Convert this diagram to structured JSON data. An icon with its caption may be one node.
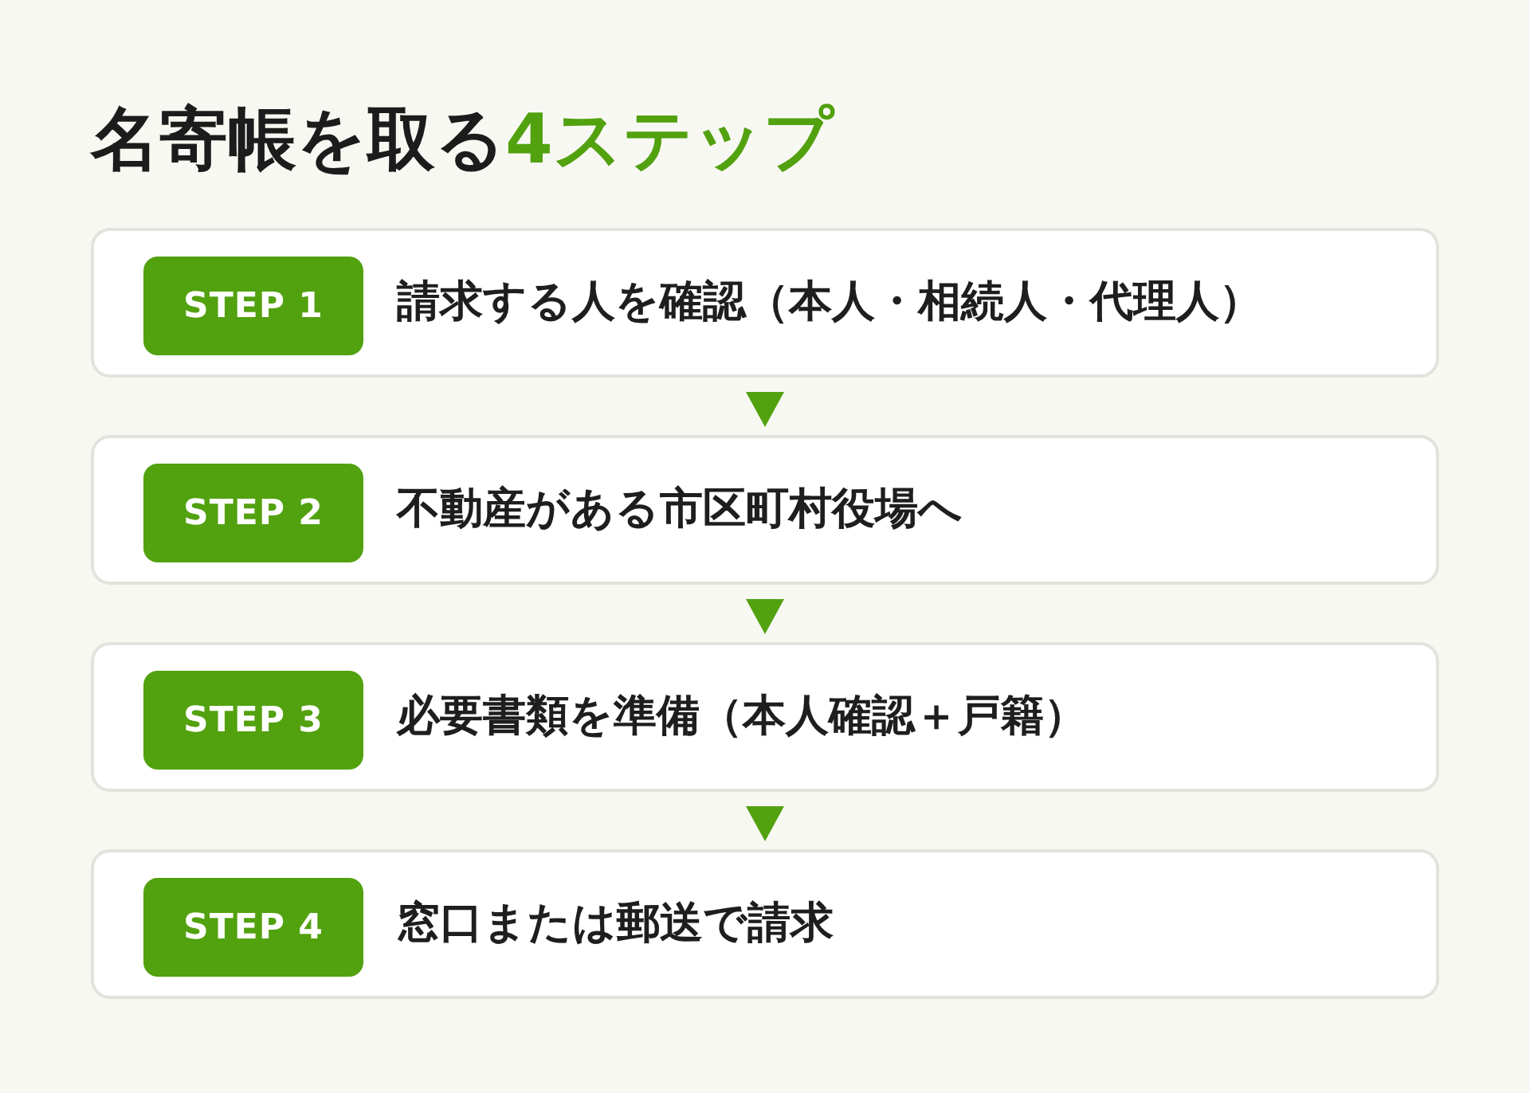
{
  "diagram": {
    "title": "名寄帳を取る**4ステップ**",
    "nodes": [
      {
        "text": [
          "請求する人を確認（本人・相続人・代理人）"
        ]
      },
      {
        "text": [
          "STEP 1"
        ],
        "in": 0
      },
      {
        "text": [
          "不動産がある市区町村役場へ"
        ]
      },
      {
        "text": [
          "STEP 2"
        ],
        "in": 2
      },
      {
        "text": [
          "必要書類を準備（本人確認＋戸籍）"
        ]
      },
      {
        "text": [
          "STEP 3"
        ],
        "in": 4
      },
      {
        "text": [
          "窓口または郵送で請求"
        ]
      },
      {
        "text": [
          "STEP 4"
        ],
        "in": 6
      }
    ],
    "edges": [
      {
        "from": 0,
        "to": 2,
        "arrow": "to"
      },
      {
        "from": 2,
        "to": 4,
        "arrow": "to"
      },
      {
        "from": 4,
        "to": 6,
        "arrow": "to"
      }
    ]
  }
}
